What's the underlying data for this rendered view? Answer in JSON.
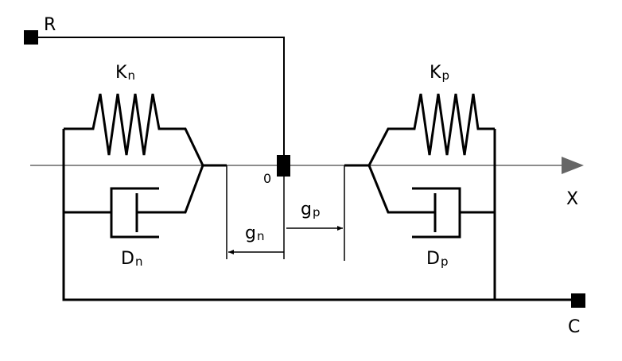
{
  "labels": {
    "node_r": "R",
    "node_c": "C",
    "origin": "0",
    "x_axis": "X",
    "spring_n": {
      "base": "K",
      "sub": "n"
    },
    "spring_p": {
      "base": "K",
      "sub": "p"
    },
    "damper_n": {
      "base": "D",
      "sub": "n"
    },
    "damper_p": {
      "base": "D",
      "sub": "p"
    },
    "gap_n": {
      "base": "g",
      "sub": "n"
    },
    "gap_p": {
      "base": "g",
      "sub": "p"
    }
  },
  "colors": {
    "line": "#000000",
    "axis": "#666666",
    "background": "#ffffff"
  }
}
